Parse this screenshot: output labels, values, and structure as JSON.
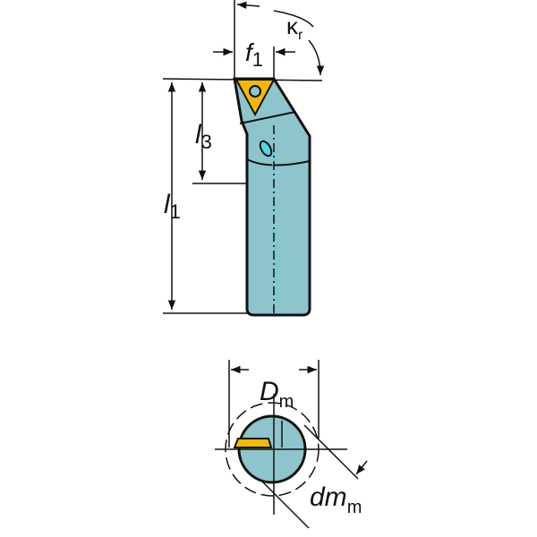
{
  "diagram": {
    "labels": {
      "kappa": "κ",
      "kappa_sub": "r",
      "f": "f",
      "f_sub": "1",
      "l3": "l",
      "l3_sub": "3",
      "l1": "l",
      "l1_sub": "1",
      "D": "D",
      "D_sub": "m",
      "dm": "dm",
      "dm_sub": "m"
    },
    "colors": {
      "body": "#8ec4cc",
      "insert": "#f5b800",
      "outline": "#111111",
      "coolant": "#4fd6e8"
    }
  }
}
